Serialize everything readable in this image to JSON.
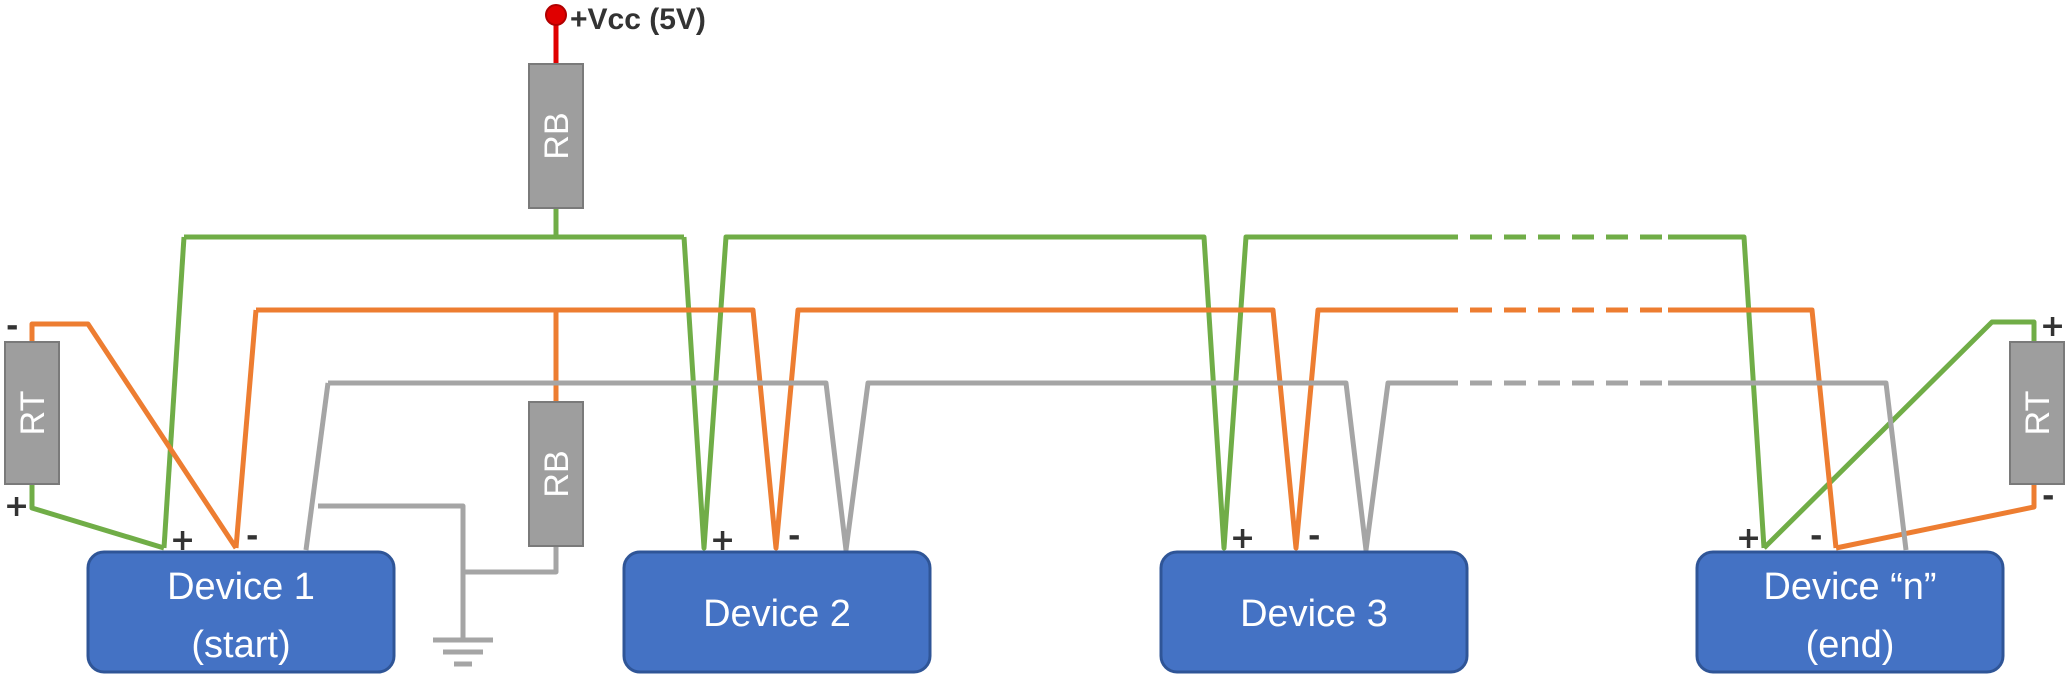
{
  "supply": {
    "label": "+Vcc (5V)",
    "node_color": "#e00000"
  },
  "colors": {
    "plus_line": "#70ad47",
    "minus_line": "#ed7d31",
    "ground_line": "#a5a5a5",
    "supply_line": "#e00000",
    "device_fill": "#4472c4",
    "resistor_fill": "#9e9e9e"
  },
  "resistors": {
    "bias_top": "RB",
    "bias_bottom": "RB",
    "term_left": "RT",
    "term_right": "RT"
  },
  "devices": [
    {
      "line1": "Device 1",
      "line2": "(start)"
    },
    {
      "line1": "Device 2",
      "line2": ""
    },
    {
      "line1": "Device 3",
      "line2": ""
    },
    {
      "line1": "Device “n”",
      "line2": "(end)"
    }
  ],
  "polarity": {
    "plus": "+",
    "minus": "-"
  },
  "icons": {
    "ground": "ground-icon",
    "supply": "supply-node-icon"
  }
}
